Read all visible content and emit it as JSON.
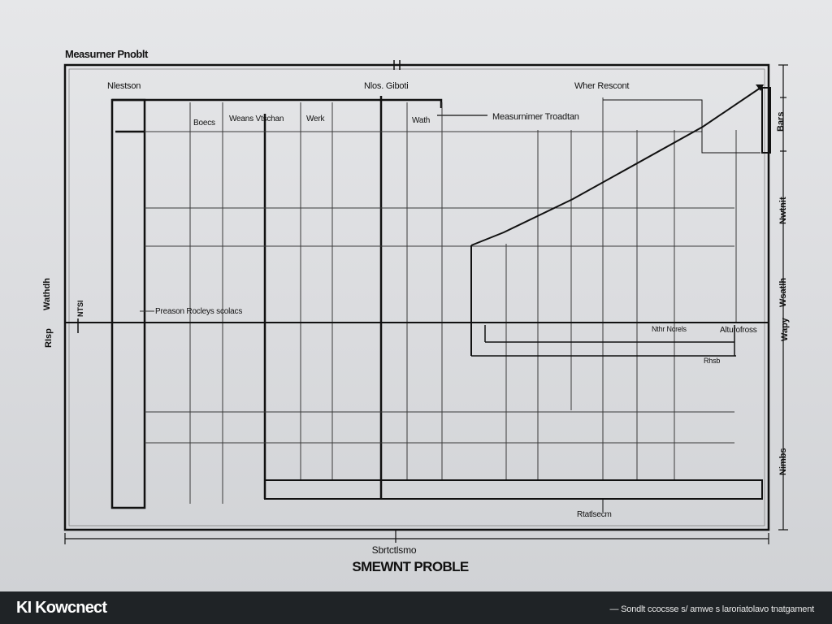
{
  "diagram": {
    "title": "Measurner Pnoblt",
    "labels": {
      "col_left": "Nlestson",
      "col_mid": "Nlos. Giboti",
      "col_right": "Wher Rescont",
      "head_1": "Boecs",
      "head_2": "Weans Vtschan",
      "head_3": "Werk",
      "head_4": "Wath",
      "head_5": "Measurnimer Troadtan",
      "mid_note": "Preason Rocleys scolacs",
      "right_note_1": "Nthr Ncrels",
      "right_note_2": "Alturofross",
      "right_note_3": "Rhsb",
      "bottom_note": "Rtatlsecm"
    },
    "side_labels": {
      "left_1": "Wathdh",
      "left_2": "RIsp",
      "right_1": "Bars",
      "right_2": "Nwtnit",
      "right_3": "Wsatlh",
      "right_4": "Wapy",
      "right_5": "Nimbs",
      "marker_1": "NTSI"
    },
    "caption_small": "Sbrtctlsmo",
    "caption_big": "SMEWNT PROBLE"
  },
  "footer": {
    "brand": "KI Kowcnect",
    "tagline": "— Sondlt ccocsse s/ amwe s laroriatolavo tnatgament"
  },
  "colors": {
    "background": "#dcdde0",
    "line": "#111111",
    "grid": "#3a3a3a",
    "footer": "#1f2326"
  }
}
